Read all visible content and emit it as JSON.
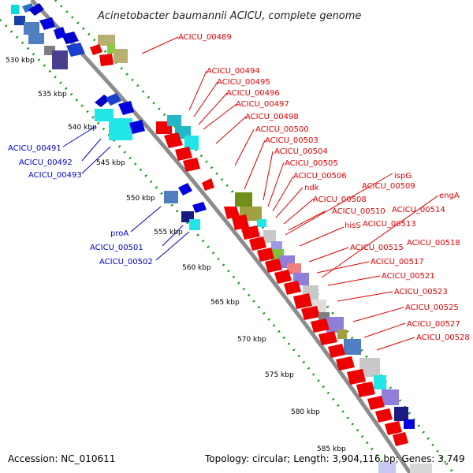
{
  "title": "Acinetobacter baumannii ACICU, complete genome",
  "footer": {
    "accession": "Accession: NC_010611",
    "summary": "Topology: circular; Length: 3,904,116 bp; Genes: 3,749"
  },
  "colors": {
    "backbone": "#8c8c8c",
    "dots": "#1a9a1a",
    "label_red": "#e00000",
    "label_blue": "#0000cc"
  },
  "scale_labels": [
    "530 kbp",
    "535 kbp",
    "540 kbp",
    "545 kbp",
    "550 kbp",
    "555 kbp",
    "560 kbp",
    "565 kbp",
    "570 kbp",
    "575 kbp",
    "580 kbp",
    "585 kbp"
  ],
  "left_labels": [
    "ACICU_00491",
    "ACICU_00492",
    "ACICU_00493",
    "proA",
    "ACICU_00501",
    "ACICU_00502"
  ],
  "right_labels": [
    "ACICU_00489",
    "ACICU_00494",
    "ACICU_00495",
    "ACICU_00496",
    "ACICU_00497",
    "ACICU_00498",
    "ACICU_00500",
    "ACICU_00503",
    "ACICU_00504",
    "ACICU_00505",
    "ACICU_00506",
    "ndk",
    "ispG",
    "ACICU_00508",
    "ACICU_00509",
    "engA",
    "ACICU_00510",
    "ACICU_00514",
    "hisS",
    "ACICU_00513",
    "ACICU_00518",
    "ACICU_00515",
    "ACICU_00517",
    "ACICU_00521",
    "ACICU_00523",
    "ACICU_00525",
    "ACICU_00527",
    "ACICU_00528"
  ]
}
